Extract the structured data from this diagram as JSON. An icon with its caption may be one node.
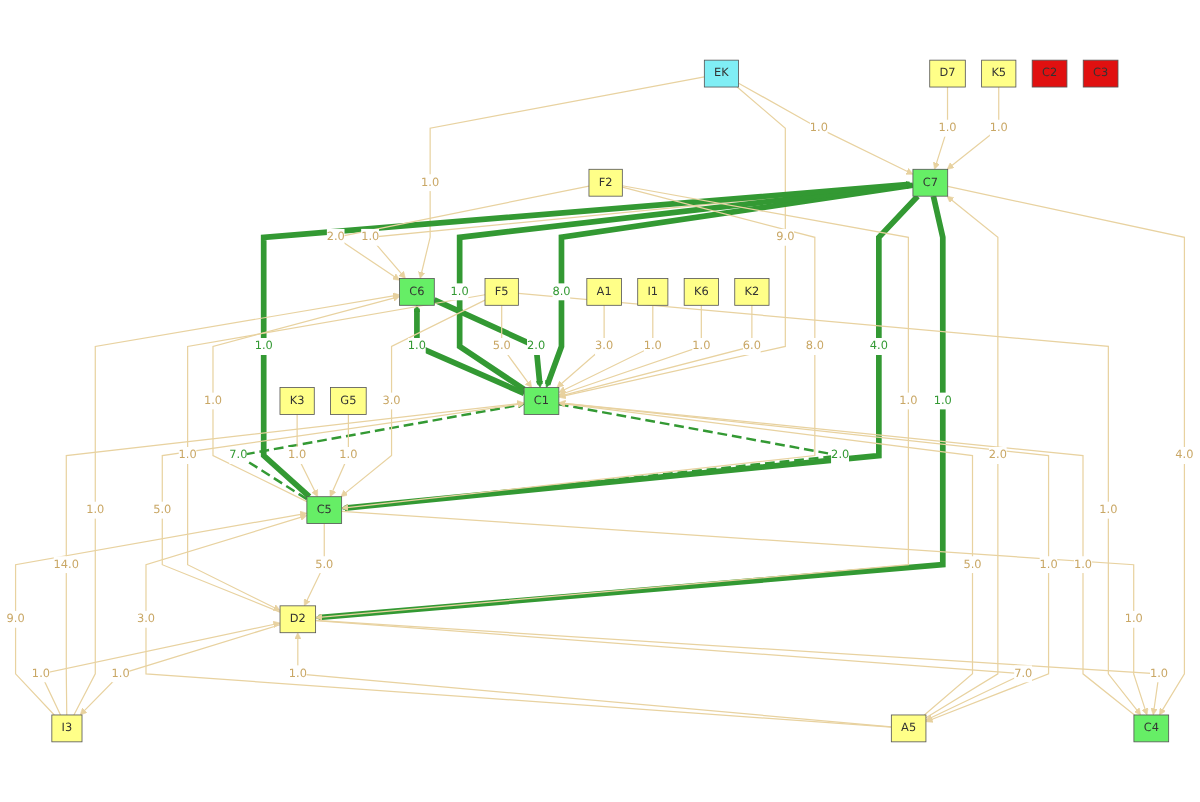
{
  "diagram": {
    "nodes": [
      {
        "text": [
          "C2"
        ]
      },
      {
        "text": [
          "C3"
        ]
      },
      {
        "text": [
          "K5"
        ]
      },
      {
        "text": [
          "EK"
        ]
      },
      {
        "text": [
          "K2"
        ]
      },
      {
        "text": [
          "K6"
        ]
      },
      {
        "text": [
          "C6"
        ]
      },
      {
        "text": [
          "I1"
        ]
      },
      {
        "text": [
          "D7"
        ]
      },
      {
        "text": [
          "C7"
        ]
      },
      {
        "text": [
          "C1"
        ]
      },
      {
        "text": [
          "I3"
        ]
      },
      {
        "text": [
          "A1"
        ]
      },
      {
        "text": [
          "D2"
        ]
      },
      {
        "text": [
          "A5"
        ]
      },
      {
        "text": [
          "F2"
        ]
      },
      {
        "text": [
          "C5"
        ]
      },
      {
        "text": [
          "C4"
        ]
      },
      {
        "text": [
          "F5"
        ]
      },
      {
        "text": [
          "G5"
        ]
      },
      {
        "text": [
          "K3"
        ]
      }
    ],
    "edges": [
      {
        "from": 2,
        "to": 9,
        "arrow": "to",
        "label": "1.0"
      },
      {
        "from": 8,
        "to": 9,
        "arrow": "to",
        "label": "1.0"
      },
      {
        "from": 3,
        "to": 9,
        "arrow": "to",
        "label": "1.0"
      },
      {
        "from": 3,
        "to": 6,
        "arrow": "to",
        "label": "1.0"
      },
      {
        "from": 3,
        "to": 10,
        "arrow": "to",
        "label": "9.0"
      },
      {
        "from": 4,
        "to": 10,
        "arrow": "to",
        "label": "6.0"
      },
      {
        "from": 5,
        "to": 10,
        "arrow": "to",
        "label": "1.0"
      },
      {
        "from": 7,
        "to": 10,
        "arrow": "to",
        "label": "1.0"
      },
      {
        "from": 12,
        "to": 10,
        "arrow": "to",
        "label": "3.0"
      },
      {
        "from": 9,
        "to": 6,
        "arrow": "to",
        "label": "1.0"
      },
      {
        "from": 9,
        "to": 10,
        "arrow": "to",
        "label": "8.0",
        "style": "thick",
        "color": "#339933"
      },
      {
        "from": 10,
        "to": 9,
        "arrow": "to",
        "label": "1.0",
        "style": "thick",
        "color": "#339933"
      },
      {
        "from": 6,
        "to": 10,
        "arrow": "to",
        "label": "2.0",
        "style": "thick",
        "color": "#339933"
      },
      {
        "from": 10,
        "to": 6,
        "arrow": "to",
        "label": "1.0",
        "style": "thick",
        "color": "#339933"
      },
      {
        "from": 9,
        "to": 13,
        "arrow": "to",
        "label": "1.0",
        "style": "thick",
        "color": "#339933"
      },
      {
        "from": 9,
        "to": 16,
        "arrow": "to",
        "label": "4.0",
        "style": "thick",
        "color": "#339933"
      },
      {
        "from": 16,
        "to": 9,
        "arrow": "to",
        "label": "1.0",
        "style": "thick",
        "color": "#339933"
      },
      {
        "from": 16,
        "to": 10,
        "arrow": "to",
        "label": "7.0",
        "style": "dashed",
        "color": "#339933"
      },
      {
        "from": 10,
        "to": 16,
        "arrow": "to",
        "label": "2.0",
        "style": "dashed",
        "color": "#339933"
      },
      {
        "from": 9,
        "to": 17,
        "arrow": "to",
        "label": "4.0"
      },
      {
        "from": 11,
        "to": 6,
        "arrow": "to",
        "label": "1.0"
      },
      {
        "from": 11,
        "to": 10,
        "arrow": "to",
        "label": "14.0"
      },
      {
        "from": 11,
        "to": 13,
        "arrow": "to",
        "label": "1.0"
      },
      {
        "from": 13,
        "to": 11,
        "arrow": "to",
        "label": "1.0"
      },
      {
        "from": 11,
        "to": 16,
        "arrow": "to",
        "label": "9.0"
      },
      {
        "from": 14,
        "to": 9,
        "arrow": "to",
        "label": "2.0"
      },
      {
        "from": 14,
        "to": 10,
        "arrow": "to",
        "label": "5.0"
      },
      {
        "from": 10,
        "to": 14,
        "arrow": "to",
        "label": "1.0"
      },
      {
        "from": 14,
        "to": 13,
        "arrow": "to",
        "label": "1.0"
      },
      {
        "from": 13,
        "to": 14,
        "arrow": "to",
        "label": "7.0"
      },
      {
        "from": 14,
        "to": 16,
        "arrow": "to",
        "label": "3.0"
      },
      {
        "from": 15,
        "to": 6,
        "arrow": "to",
        "label": "2.0"
      },
      {
        "from": 15,
        "to": 13,
        "arrow": "to",
        "label": "1.0"
      },
      {
        "from": 15,
        "to": 16,
        "arrow": "to",
        "label": "8.0"
      },
      {
        "from": 16,
        "to": 6,
        "arrow": "to",
        "label": "1.0"
      },
      {
        "from": 13,
        "to": 10,
        "arrow": "to",
        "label": "5.0"
      },
      {
        "from": 16,
        "to": 13,
        "arrow": "to",
        "label": "5.0"
      },
      {
        "from": 13,
        "to": 17,
        "arrow": "to",
        "label": "1.0"
      },
      {
        "from": 16,
        "to": 17,
        "arrow": "to",
        "label": "1.0"
      },
      {
        "from": 17,
        "to": 10,
        "arrow": "to",
        "label": "1.0"
      },
      {
        "from": 18,
        "to": 10,
        "arrow": "to",
        "label": "5.0"
      },
      {
        "from": 18,
        "to": 13,
        "arrow": "to",
        "label": "1.0"
      },
      {
        "from": 18,
        "to": 16,
        "arrow": "to",
        "label": "3.0"
      },
      {
        "from": 18,
        "to": 17,
        "arrow": "to",
        "label": "1.0"
      },
      {
        "from": 19,
        "to": 16,
        "arrow": "to",
        "label": "1.0"
      },
      {
        "from": 20,
        "to": 16,
        "arrow": "to",
        "label": "1.0"
      }
    ]
  }
}
